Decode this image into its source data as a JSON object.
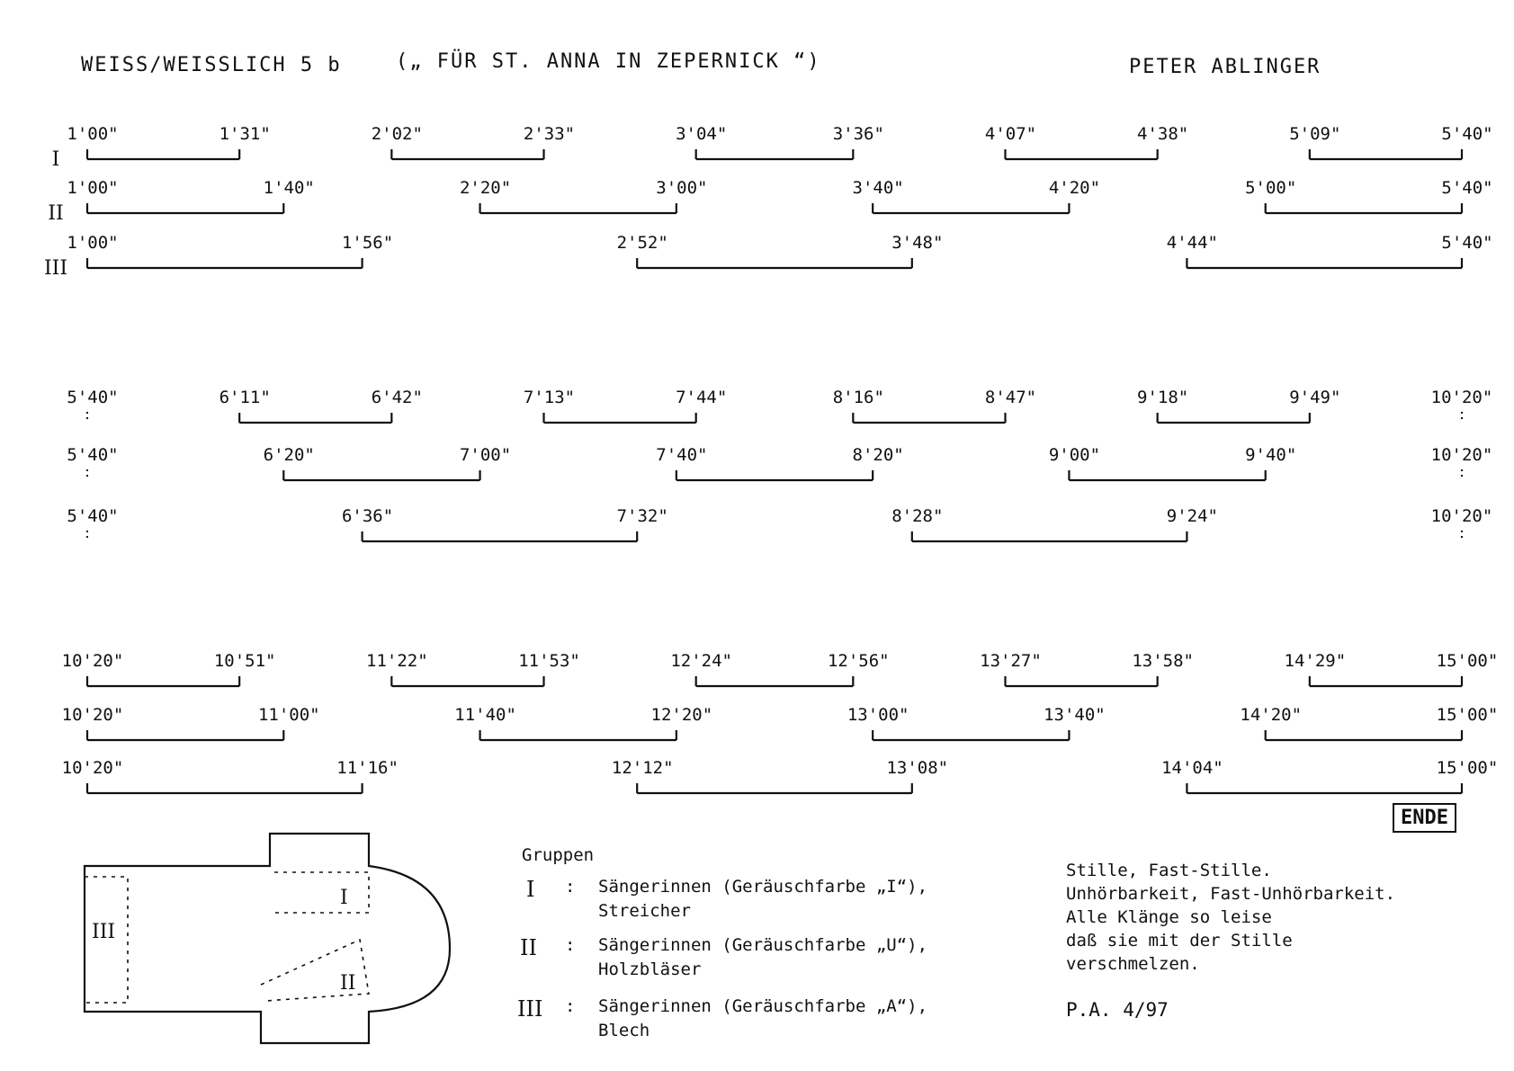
{
  "header": {
    "title": "WEISS/WEISSLICH 5 b",
    "subtitle": "(„ FÜR ST. ANNA IN ZEPERNICK “)",
    "composer": "PETER ABLINGER"
  },
  "group_labels": [
    "I",
    "II",
    "III"
  ],
  "systems": [
    {
      "rows": [
        {
          "group": "I",
          "label": "I",
          "segments": [
            [
              "1'00\"",
              "1'31\""
            ],
            [
              "2'02\"",
              "2'33\""
            ],
            [
              "3'04\"",
              "3'36\""
            ],
            [
              "4'07\"",
              "4'38\""
            ],
            [
              "5'09\"",
              "5'40\""
            ]
          ]
        },
        {
          "group": "II",
          "label": "II",
          "segments": [
            [
              "1'00\"",
              "1'40\""
            ],
            [
              "2'20\"",
              "3'00\""
            ],
            [
              "3'40\"",
              "4'20\""
            ],
            [
              "5'00\"",
              "5'40\""
            ]
          ]
        },
        {
          "group": "III",
          "label": "III",
          "segments": [
            [
              "1'00\"",
              "1'56\""
            ],
            [
              "2'52\"",
              "3'48\""
            ],
            [
              "4'44\"",
              "5'40\""
            ]
          ]
        }
      ]
    },
    {
      "rows": [
        {
          "group": "I",
          "start": "5'40\"",
          "end": "10'20\"",
          "segments": [
            [
              "6'11\"",
              "6'42\""
            ],
            [
              "7'13\"",
              "7'44\""
            ],
            [
              "8'16\"",
              "8'47\""
            ],
            [
              "9'18\"",
              "9'49\""
            ]
          ]
        },
        {
          "group": "II",
          "start": "5'40\"",
          "end": "10'20\"",
          "segments": [
            [
              "6'20\"",
              "7'00\""
            ],
            [
              "7'40\"",
              "8'20\""
            ],
            [
              "9'00\"",
              "9'40\""
            ]
          ]
        },
        {
          "group": "III",
          "start": "5'40\"",
          "end": "10'20\"",
          "segments": [
            [
              "6'36\"",
              "7'32\""
            ],
            [
              "8'28\"",
              "9'24\""
            ]
          ]
        }
      ]
    },
    {
      "rows": [
        {
          "group": "I",
          "segments": [
            [
              "10'20\"",
              "10'51\""
            ],
            [
              "11'22\"",
              "11'53\""
            ],
            [
              "12'24\"",
              "12'56\""
            ],
            [
              "13'27\"",
              "13'58\""
            ],
            [
              "14'29\"",
              "15'00\""
            ]
          ]
        },
        {
          "group": "II",
          "segments": [
            [
              "10'20\"",
              "11'00\""
            ],
            [
              "11'40\"",
              "12'20\""
            ],
            [
              "13'00\"",
              "13'40\""
            ],
            [
              "14'20\"",
              "15'00\""
            ]
          ]
        },
        {
          "group": "III",
          "segments": [
            [
              "10'20\"",
              "11'16\""
            ],
            [
              "12'12\"",
              "13'08\""
            ],
            [
              "14'04\"",
              "15'00\""
            ]
          ]
        }
      ]
    }
  ],
  "ende": "ENDE",
  "groups_legend": {
    "title": "Gruppen",
    "items": [
      {
        "numeral": "I",
        "line1": "Sängerinnen (Geräuschfarbe „I“),",
        "line2": "Streicher"
      },
      {
        "numeral": "II",
        "line1": "Sängerinnen (Geräuschfarbe „U“),",
        "line2": "Holzbläser"
      },
      {
        "numeral": "III",
        "line1": "Sängerinnen (Geräuschfarbe „A“),",
        "line2": "Blech"
      }
    ]
  },
  "performance_notes": {
    "lines": [
      "Stille, Fast-Stille.",
      "Unhörbarkeit, Fast-Unhörbarkeit.",
      "Alle Klänge so leise",
      "daß sie mit der Stille",
      "verschmelzen."
    ],
    "signature": "P.A. 4/97"
  },
  "floorplan_labels": [
    "III",
    "I",
    "II"
  ]
}
